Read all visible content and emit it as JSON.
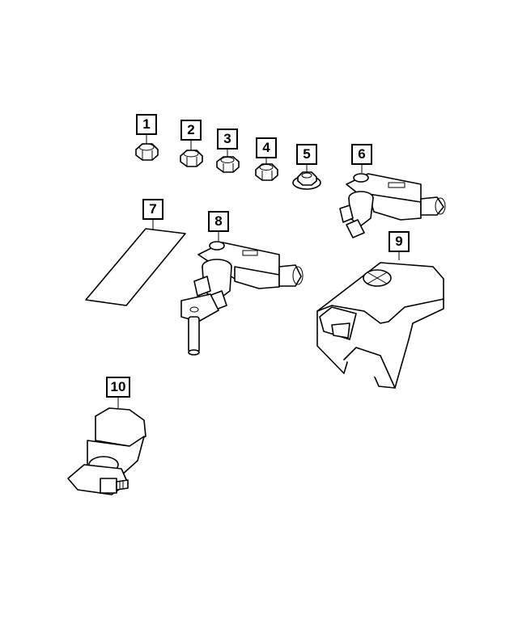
{
  "callouts": {
    "c1": "1",
    "c2": "2",
    "c3": "3",
    "c4": "4",
    "c5": "5",
    "c6": "6",
    "c7": "7",
    "c8": "8",
    "c9": "9",
    "c10": "10"
  },
  "icons": [
    "hex-nut-icon",
    "flange-nut-icon",
    "battery-sensor-icon",
    "label-sheet-icon",
    "terminal-cover-icon",
    "terminal-clamp-icon"
  ]
}
